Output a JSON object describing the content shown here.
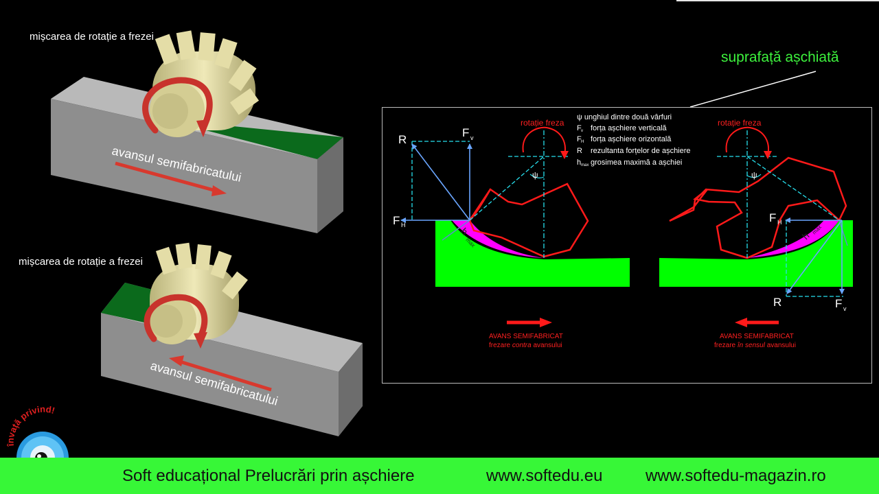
{
  "labels": {
    "rotation_top": "mișcarea de rotație a frezei",
    "rotation_bottom": "mișcarea de rotație a frezei",
    "feed_top": "avansul semifabricatului",
    "feed_bottom": "avansul semifabricatului",
    "machined_surface": "suprafață așchiată"
  },
  "legend": {
    "psi": "ψ unghiul dintre două vârfuri",
    "fv_sym": "F",
    "fv_sub": "v",
    "fv_text": "forța așchiere verticală",
    "fh_sym": "F",
    "fh_sub": "H",
    "fh_text": "forța așchiere orizontală",
    "r_sym": "R",
    "r_text": "rezultanta forțelor de așchiere",
    "hmax_sym": "h",
    "hmax_sub": "max",
    "hmax_text": "grosimea maximă a așchiei"
  },
  "left_diagram": {
    "rotation": "rotație freza",
    "R": "R",
    "Fv": "F",
    "Fv_sub": "v",
    "FH": "F",
    "FH_sub": "H",
    "psi": "ψ",
    "hmax": "h",
    "hmax_sub": "max",
    "feed_title": "AVANS SEMIFABRICAT",
    "feed_sub_prefix": "frezare ",
    "feed_sub_em": "contra",
    "feed_sub_suffix": " avansului"
  },
  "right_diagram": {
    "rotation": "rotație freza",
    "R": "R",
    "Fv": "F",
    "Fv_sub": "v",
    "FH": "F",
    "FH_sub": "H",
    "psi": "ψ",
    "hmax": "h",
    "hmax_sub": "max",
    "feed_title": "AVANS SEMIFABRICAT",
    "feed_sub_prefix": "frezare ",
    "feed_sub_em": "în sensul",
    "feed_sub_suffix": " avansului"
  },
  "logo": {
    "text": "învață privind!"
  },
  "footer": {
    "title": "Soft educațional Prelucrări prin așchiere",
    "site1": "www.softedu.eu",
    "site2": "www.softedu-magazin.ro"
  },
  "colors": {
    "footer_bg": "#37f737",
    "workpiece_green": "#00ff00",
    "chip_magenta": "#ff00ff",
    "tool_red": "#ff2020",
    "force_blue": "#6aa6ff",
    "cutter_tan": "#d9d399",
    "block_gray": "#8e8e8e"
  }
}
